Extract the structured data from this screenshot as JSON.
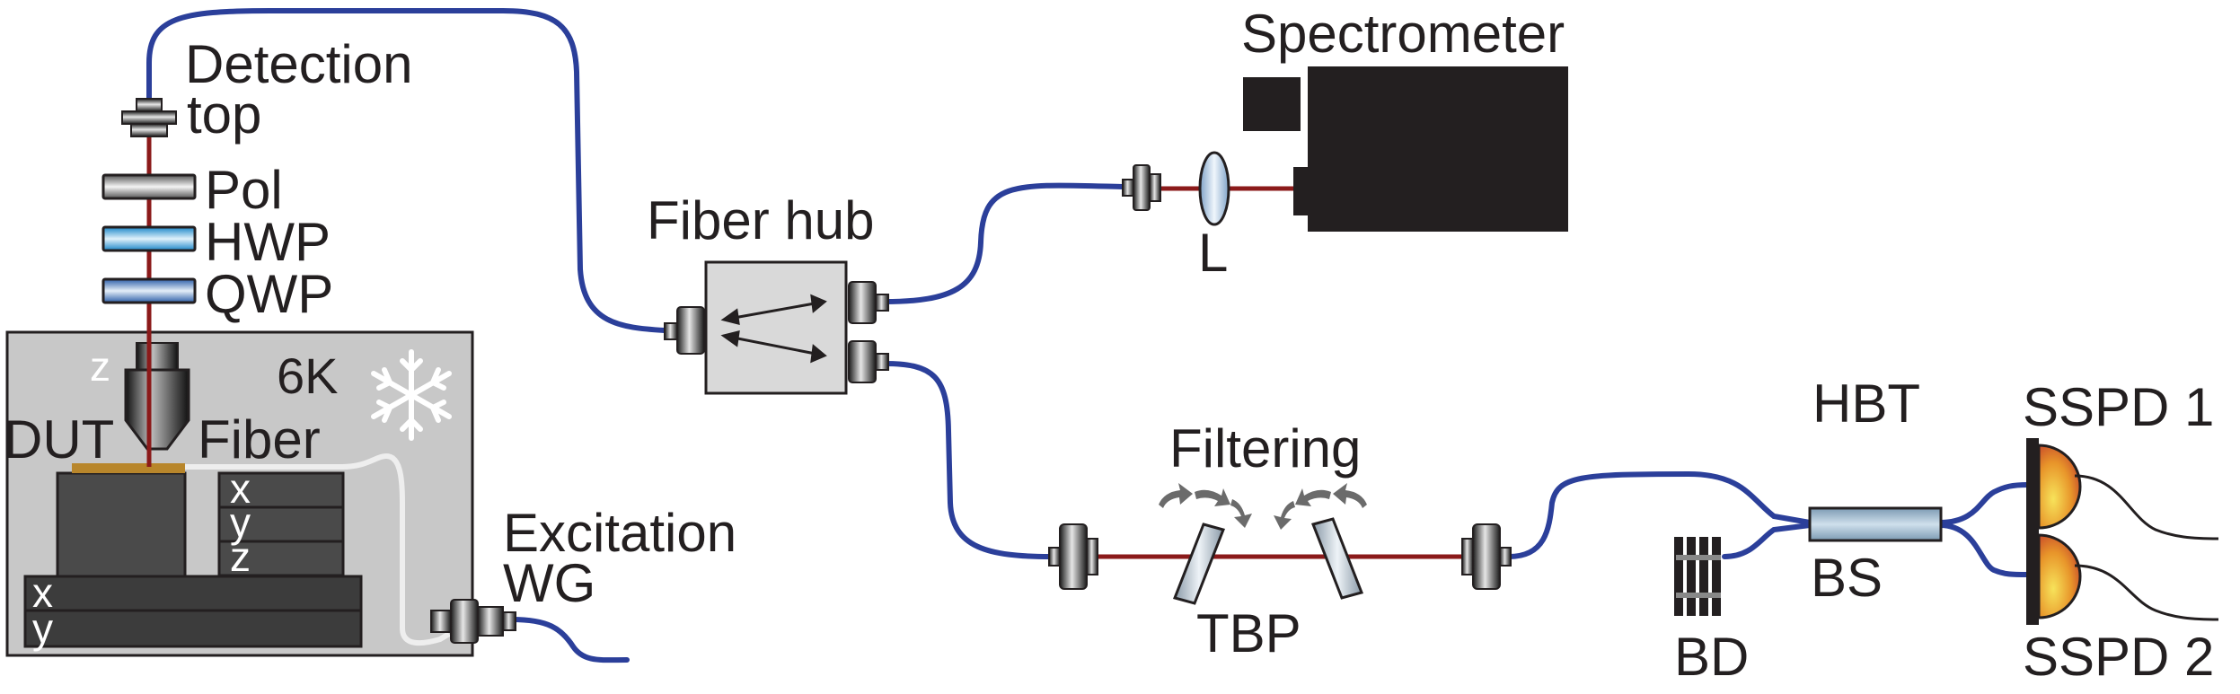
{
  "labels": {
    "detection_top_1": "Detection",
    "detection_top_2": "top",
    "pol": "Pol",
    "hwp": "HWP",
    "qwp": "QWP",
    "temperature": "6K",
    "z_axis": "z",
    "dut": "DUT",
    "fiber": "Fiber",
    "stage_x1": "x",
    "stage_y1": "y",
    "stage_z1": "z",
    "stage_x2": "x",
    "stage_y2": "y",
    "excitation_1": "Excitation",
    "excitation_2": "WG",
    "fiber_hub": "Fiber hub",
    "spectrometer": "Spectrometer",
    "lens": "L",
    "filtering": "Filtering",
    "tbp": "TBP",
    "hbt": "HBT",
    "bs": "BS",
    "bd": "BD",
    "sspd1": "SSPD 1",
    "sspd2": "SSPD 2"
  },
  "colors": {
    "fiber": "#2b3f9a",
    "beam": "#8b1a1a",
    "cryostat": "#c8c8c8",
    "stage_dark": "#3c3c3c",
    "spectrometer": "#231f20",
    "hub": "#d9d9d9",
    "splitter": "#9db7cc",
    "detector": "#e8a02a"
  }
}
